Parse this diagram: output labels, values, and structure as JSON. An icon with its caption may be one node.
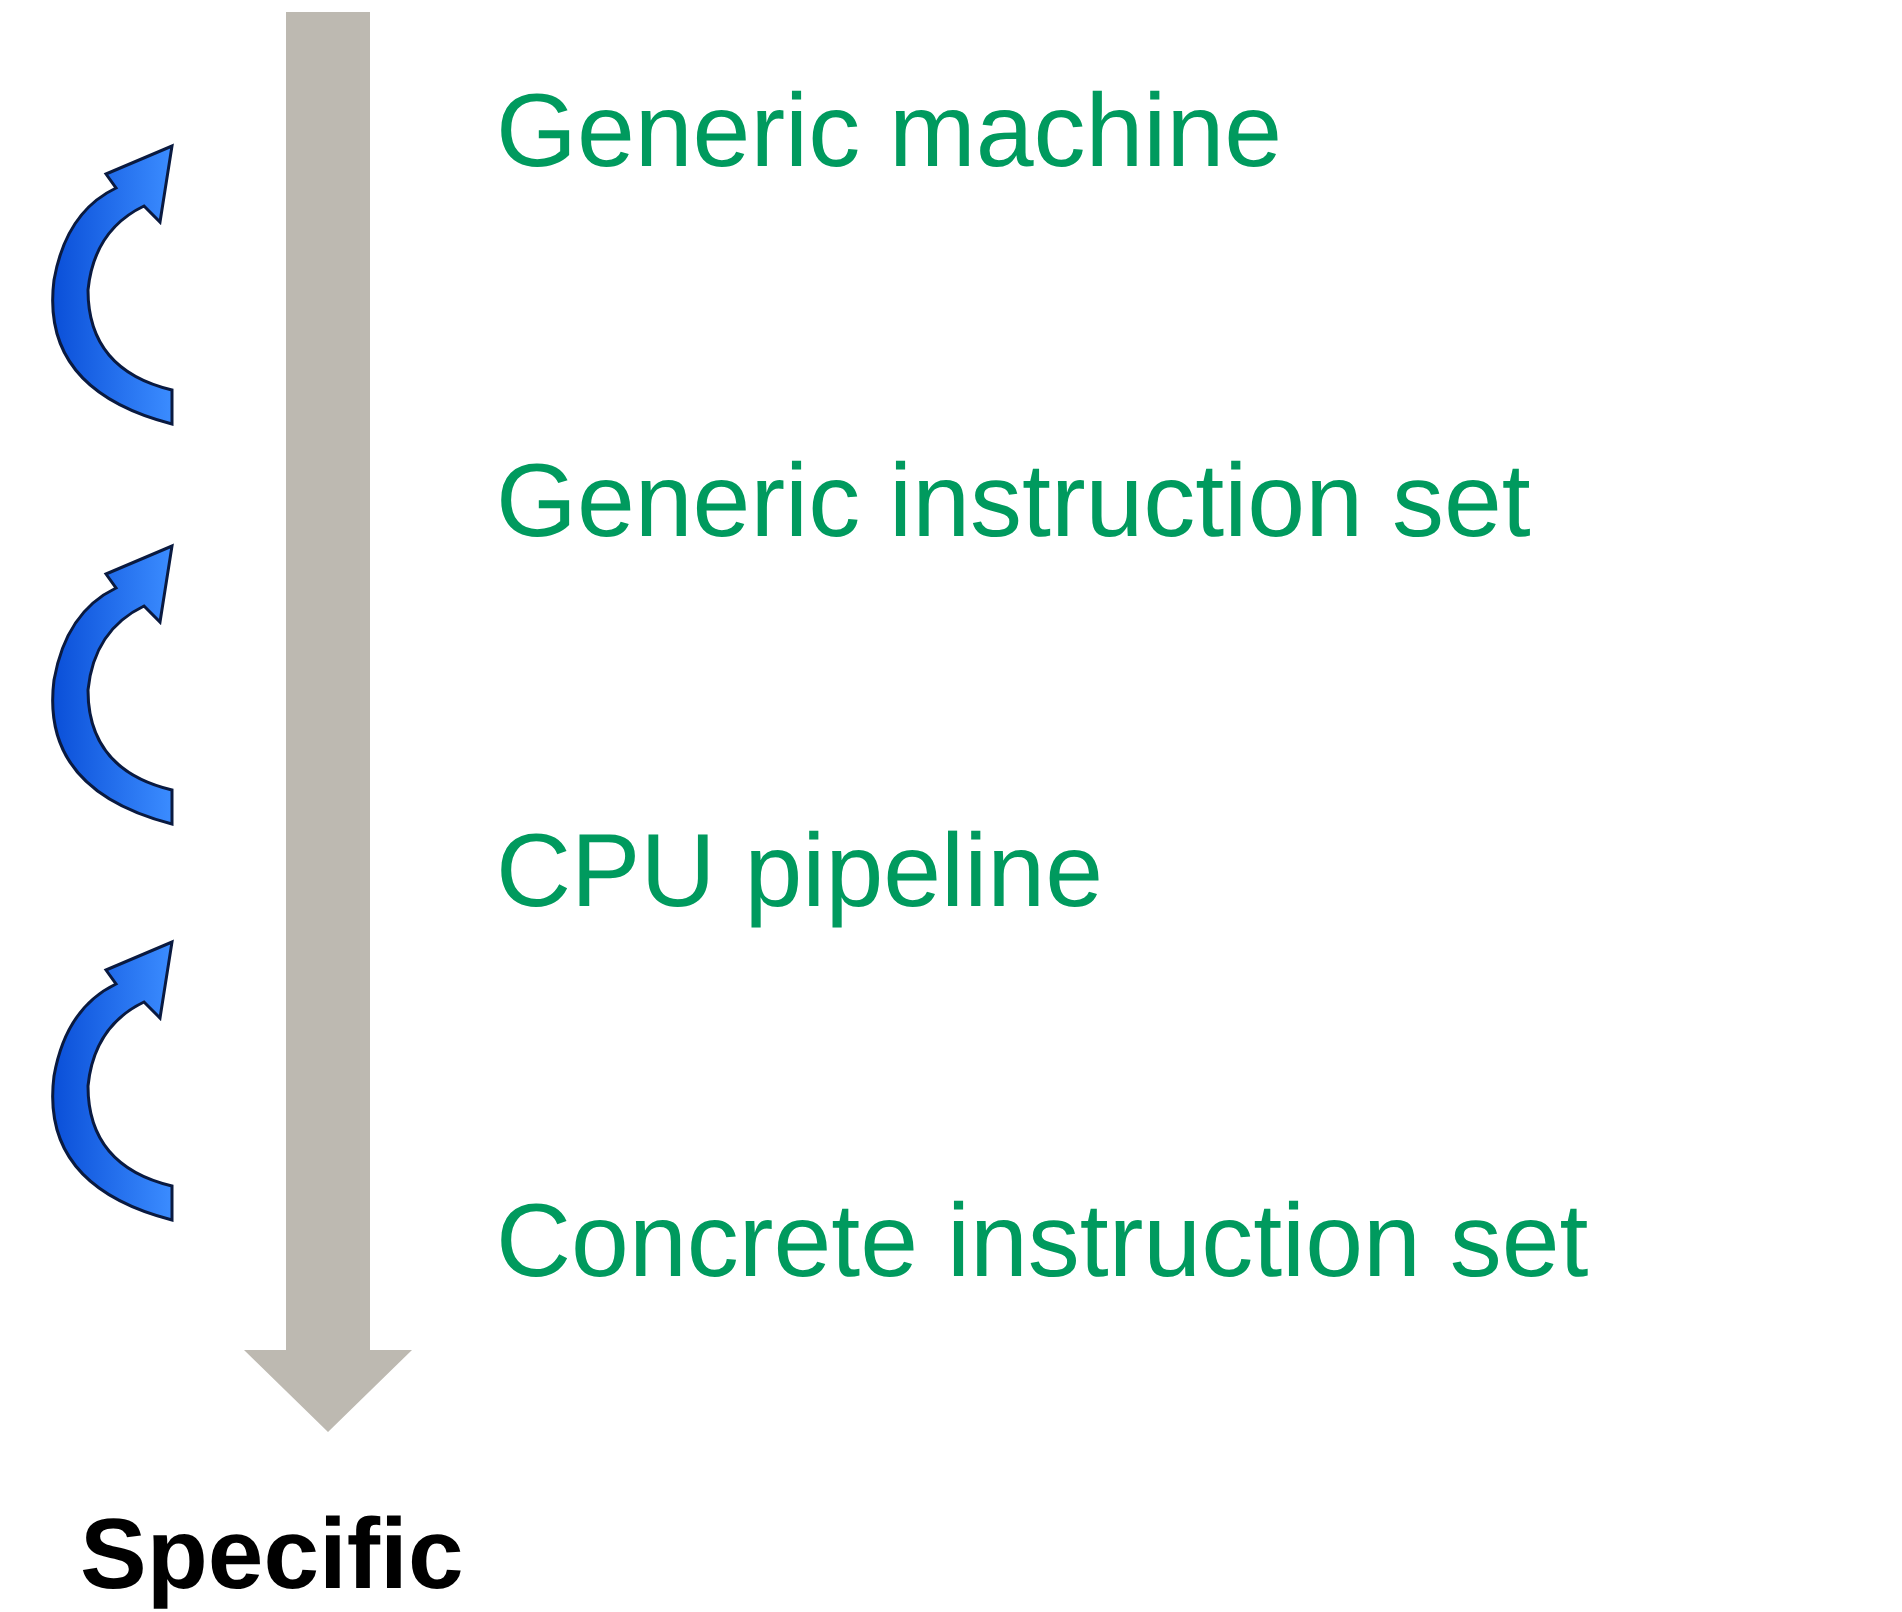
{
  "diagram": {
    "labels": [
      "Generic machine",
      "Generic instruction set",
      "CPU pipeline",
      "Concrete instruction set",
      "Specific"
    ]
  }
}
